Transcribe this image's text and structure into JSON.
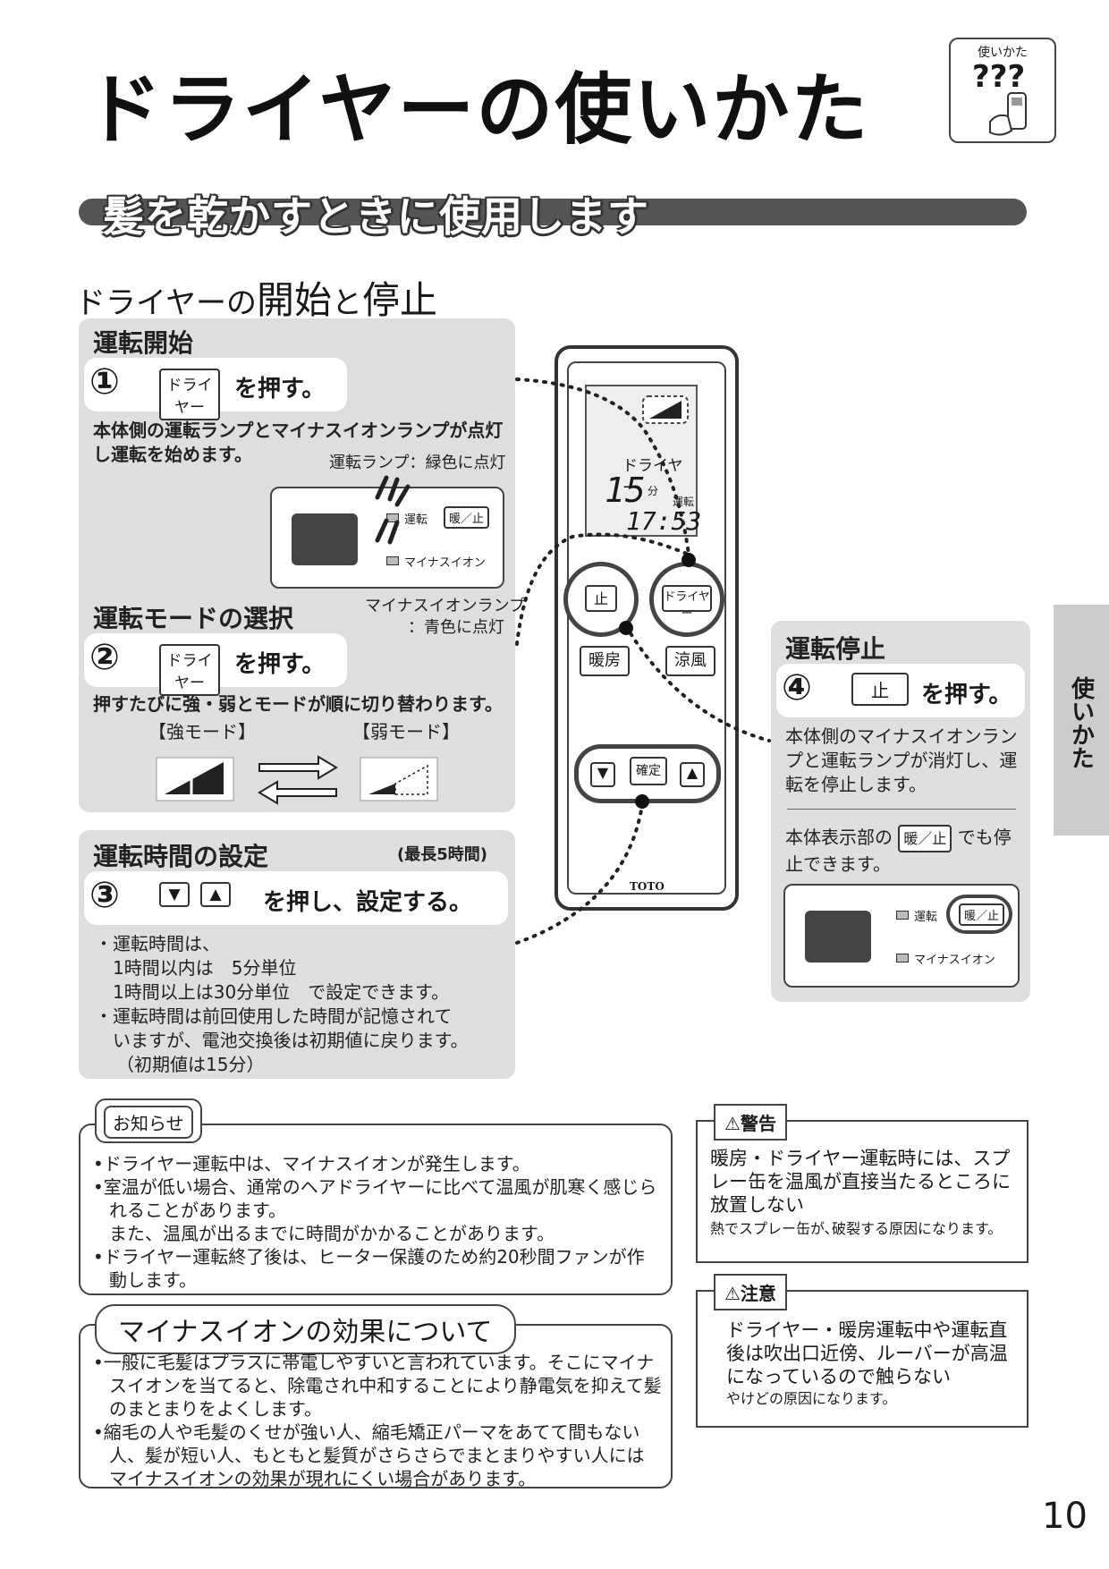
{
  "page_title": "ドライヤーの使いかた",
  "usage_icon_label": "使いかた",
  "usage_icon_glyph": "???",
  "section_banner": "髪を乾かすときに使用します",
  "sub_heading": {
    "p1": "ドライヤーの",
    "p2": "開始",
    "p3": "と",
    "p4": "停止"
  },
  "step1": {
    "heading": "運転開始",
    "number": "①",
    "button": "ドライヤー",
    "action": "を押す。",
    "description": "本体側の運転ランプとマイナスイオンランプが点灯し運転を始めます。",
    "lamp_note": "運転ランプ：緑色に点灯",
    "unit_run": "運転",
    "unit_button": "暖／止",
    "unit_ion": "マイナスイオン",
    "ion_note1": "マイナスイオンランプ",
    "ion_note2": "：青色に点灯"
  },
  "step2": {
    "heading": "運転モードの選択",
    "number": "②",
    "button": "ドライヤー",
    "action": "を押す。",
    "description": "押すたびに強・弱とモードが順に切り替わります。",
    "strong_mode": "【強モード】",
    "weak_mode": "【弱モード】"
  },
  "step3": {
    "heading": "運転時間の設定",
    "max_note": "(最長5時間)",
    "number": "③",
    "down": "▼",
    "up": "▲",
    "action": "を押し、設定する。",
    "lines": [
      "・運転時間は、",
      "1時間以内は　5分単位",
      "1時間以上は30分単位　で設定できます。",
      "・運転時間は前回使用した時間が記憶されて",
      "いますが、電池交換後は初期値に戻ります。",
      "（初期値は15分）"
    ]
  },
  "step4": {
    "heading": "運転停止",
    "number": "④",
    "button": "止",
    "action": "を押す。",
    "description": "本体側のマイナスイオンランプと運転ランプが消灯し、運転を停止します。",
    "alt_pre": "本体表示部の",
    "alt_button": "暖／止",
    "alt_post": "でも停止できます。",
    "unit_run": "運転",
    "unit_button": "暖／止",
    "unit_ion": "マイナスイオン"
  },
  "remote": {
    "mode_text": "ドライヤー",
    "minutes": "15",
    "minute_unit": "分",
    "run_mark": "運転",
    "clock": "17:53",
    "stop": "止",
    "dryer": "ドライヤー",
    "heating": "暖房",
    "cooling": "涼風",
    "confirm": "確定",
    "down": "▼",
    "up": "▲",
    "brand": "TOTO"
  },
  "notice": {
    "title": "お知らせ",
    "items": [
      "•ドライヤー運転中は、マイナスイオンが発生します。",
      "•室温が低い場合、通常のヘアドライヤーに比べて温風が肌寒く感じられることがあります。",
      "また、温風が出るまでに時間がかかることがあります。",
      "•ドライヤー運転終了後は、ヒーター保護のため約20秒間ファンが作動します。"
    ]
  },
  "ion_effect": {
    "title": "マイナスイオンの効果について",
    "items": [
      "•一般に毛髪はプラスに帯電しやすいと言われています。そこにマイナスイオンを当てると、除電され中和することにより静電気を抑えて髪のまとまりをよくします。",
      "•縮毛の人や毛髪のくせが強い人、縮毛矯正パーマをあてて間もない人、髪が短い人、もともと髪質がさらさらでまとまりやすい人にはマイナスイオンの効果が現れにくい場合があります。"
    ]
  },
  "warning": {
    "title": "⚠警告",
    "main": "暖房・ドライヤー運転時には、スプレー缶を温風が直接当たるところに放置しない",
    "sub": "熱でスプレー缶が､破裂する原因になります。"
  },
  "caution": {
    "title": "⚠注意",
    "main": "ドライヤー・暖房運転中や運転直後は吹出口近傍、ルーバーが高温になっているので触らない",
    "sub": "やけどの原因になります。"
  },
  "side_tab": "使いかた",
  "page_number": "10"
}
